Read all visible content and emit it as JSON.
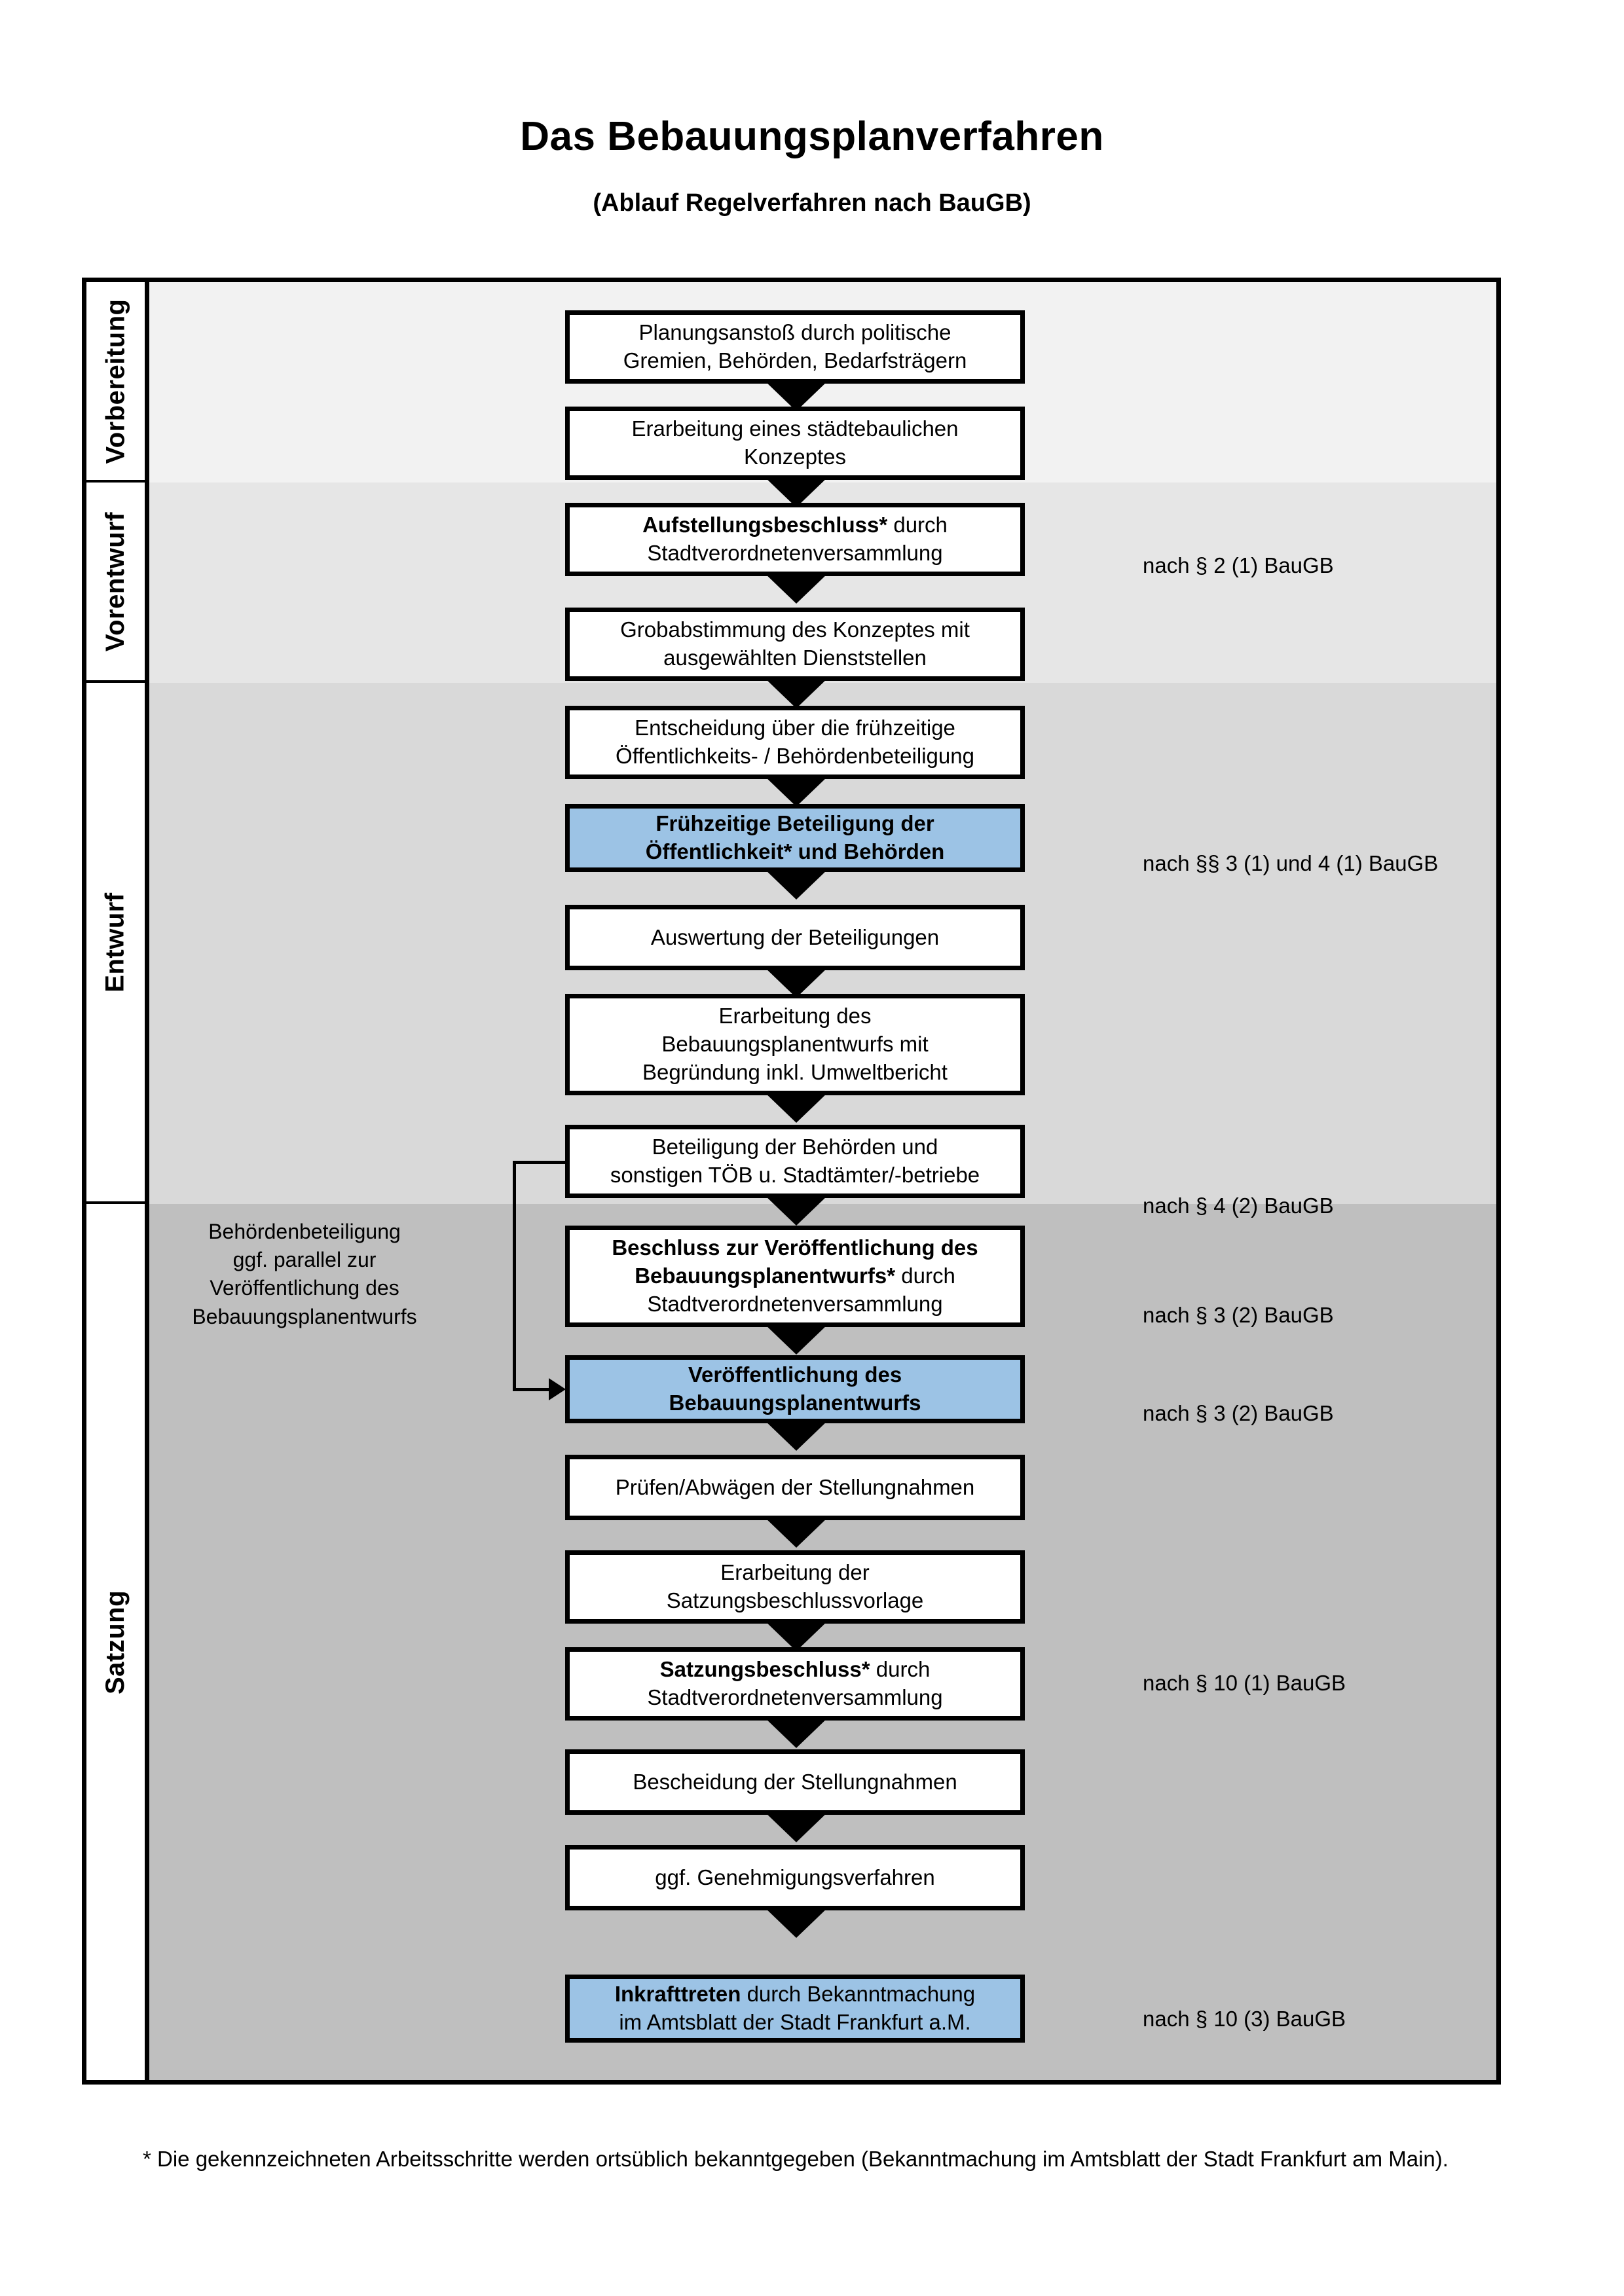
{
  "header": {
    "title": "Das Bebauungsplanverfahren",
    "subtitle": "(Ablauf Regelverfahren nach BauGB)"
  },
  "colors": {
    "highlight_box": "#9CC3E5",
    "band_vorbereitung": "#F2F2F2",
    "band_vorentwurf": "#E6E6E6",
    "band_entwurf": "#D9D9D9",
    "band_satzung": "#BFBFBF",
    "box_border": "#000000",
    "box_fill": "#FFFFFF"
  },
  "phases": [
    {
      "label": "Vorbereitung"
    },
    {
      "label": "Vorentwurf"
    },
    {
      "label": "Entwurf"
    },
    {
      "label": "Satzung"
    }
  ],
  "steps": [
    {
      "id": "planungsanstoss",
      "phase": "Vorbereitung",
      "line1": "Planungsanstoß durch politische",
      "line2": "Gremien, Behörden, Bedarfsträgern",
      "bold": false,
      "highlight": false
    },
    {
      "id": "staedtebauliches-konzept",
      "phase": "Vorbereitung",
      "line1": "Erarbeitung eines städtebaulichen",
      "line2": "Konzeptes",
      "bold": false,
      "highlight": false
    },
    {
      "id": "aufstellungsbeschluss",
      "phase": "Vorbereitung",
      "line1_bold": "Aufstellungsbeschluss*",
      "line1_rest": " durch",
      "line2": "Stadtverordnetenversammlung",
      "bold": "partial",
      "highlight": false
    },
    {
      "id": "grobabstimmung",
      "phase": "Vorentwurf",
      "line1": "Grobabstimmung des Konzeptes mit",
      "line2": "ausgewählten Dienststellen",
      "bold": false,
      "highlight": false
    },
    {
      "id": "entscheidung-fruehzeitige-beteiligung",
      "phase": "Vorentwurf",
      "line1": "Entscheidung über die frühzeitige",
      "line2": "Öffentlichkeits- / Behördenbeteiligung",
      "bold": false,
      "highlight": false
    },
    {
      "id": "fruehzeitige-beteiligung",
      "phase": "Vorentwurf",
      "line1": "Frühzeitige Beteiligung der",
      "line2": "Öffentlichkeit* und Behörden",
      "bold": true,
      "highlight": true
    },
    {
      "id": "auswertung-beteiligungen",
      "phase": "Entwurf",
      "line1": "Auswertung der Beteiligungen",
      "line2": "",
      "bold": false,
      "highlight": false
    },
    {
      "id": "erarbeitung-bebauungsplanentwurf",
      "phase": "Entwurf",
      "line1": "Erarbeitung des",
      "line2": "Bebauungsplanentwurfs mit",
      "line3": "Begründung inkl. Umweltbericht",
      "bold": false,
      "highlight": false
    },
    {
      "id": "beteiligung-behoerden-toeb",
      "phase": "Entwurf",
      "line1": "Beteiligung der Behörden und",
      "line2": "sonstigen TÖB u. Stadtämter/-betriebe",
      "bold": false,
      "highlight": false
    },
    {
      "id": "beschluss-veroeffentlichung",
      "phase": "Entwurf",
      "line1_bold": "Beschluss zur Veröffentlichung des",
      "line2_bold": "Bebauungsplanentwurfs*",
      "line2_rest": " durch",
      "line3": "Stadtverordnetenversammlung",
      "bold": "partial",
      "highlight": false
    },
    {
      "id": "veroeffentlichung-bebauungsplanentwurf",
      "phase": "Entwurf",
      "line1": "Veröffentlichung des",
      "line2": "Bebauungsplanentwurfs",
      "bold": true,
      "highlight": true
    },
    {
      "id": "pruefen-abwaegen",
      "phase": "Satzung",
      "line1": "Prüfen/Abwägen der Stellungnahmen",
      "line2": "",
      "bold": false,
      "highlight": false
    },
    {
      "id": "erarbeitung-satzungsbeschlussvorlage",
      "phase": "Satzung",
      "line1": "Erarbeitung der",
      "line2": "Satzungsbeschlussvorlage",
      "bold": false,
      "highlight": false
    },
    {
      "id": "satzungsbeschluss",
      "phase": "Satzung",
      "line1_bold": "Satzungsbeschluss*",
      "line1_rest": " durch",
      "line2": "Stadtverordnetenversammlung",
      "bold": "partial",
      "highlight": false
    },
    {
      "id": "bescheidung-stellungnahmen",
      "phase": "Satzung",
      "line1": "Bescheidung der Stellungnahmen",
      "line2": "",
      "bold": false,
      "highlight": false
    },
    {
      "id": "ggf-genehmigungsverfahren",
      "phase": "Satzung",
      "line1": "ggf. Genehmigungsverfahren",
      "line2": "",
      "bold": false,
      "highlight": false
    },
    {
      "id": "inkrafttreten",
      "phase": "Satzung",
      "line1_bold": "Inkrafttreten",
      "line1_rest": " durch Bekanntmachung",
      "line2": "im Amtsblatt der Stadt Frankfurt a.M.",
      "bold": "partial",
      "highlight": true
    }
  ],
  "legal_refs": [
    {
      "id": "ref-par2-1",
      "text": "nach § 2 (1) BauGB"
    },
    {
      "id": "ref-par3-1-4-1",
      "text": "nach §§ 3 (1) und 4 (1) BauGB"
    },
    {
      "id": "ref-par4-2",
      "text": "nach § 4 (2) BauGB"
    },
    {
      "id": "ref-par3-2-a",
      "text": "nach § 3 (2) BauGB"
    },
    {
      "id": "ref-par3-2-b",
      "text": "nach § 3 (2) BauGB"
    },
    {
      "id": "ref-par10-1",
      "text": "nach § 10 (1) BauGB"
    },
    {
      "id": "ref-par10-3",
      "text": "nach § 10 (3) BauGB"
    }
  ],
  "side_note": {
    "line1": "Behördenbeteiligung",
    "line2": "ggf. parallel zur",
    "line3": "Veröffentlichung des",
    "line4": "Bebauungsplanentwurfs"
  },
  "footnote": {
    "text": "* Die gekennzeichneten Arbeitsschritte werden ortsüblich bekanntgegeben (Bekanntmachung im Amtsblatt  der Stadt Frankfurt am Main)."
  }
}
